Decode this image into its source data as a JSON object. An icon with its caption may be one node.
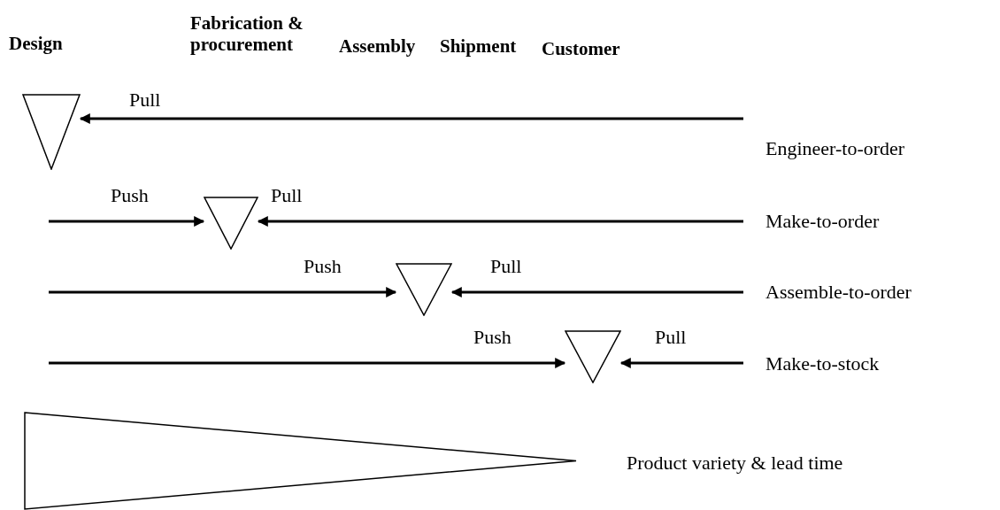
{
  "diagram": {
    "nodes": [
      {
        "text": [],
        "shape": "triangle"
      },
      {
        "text": [],
        "shape": "triangle"
      },
      {
        "text": [],
        "shape": "triangle"
      },
      {
        "text": [],
        "shape": "triangle"
      },
      {
        "text": [],
        "shape": "triangle",
        "beside": [
          "Product variety & lead time"
        ]
      }
    ],
    "edges": [
      {
        "from": null,
        "to": 0,
        "arrow": "to",
        "label": "Pull"
      },
      {
        "from": null,
        "to": 1,
        "arrow": "to",
        "label": "Push"
      },
      {
        "from": null,
        "to": 1,
        "arrow": "to",
        "label": "Pull"
      },
      {
        "from": null,
        "to": 2,
        "arrow": "to",
        "label": "Push"
      },
      {
        "from": null,
        "to": 2,
        "arrow": "to",
        "label": "Pull"
      },
      {
        "from": null,
        "to": 3,
        "arrow": "to",
        "label": "Push"
      },
      {
        "from": null,
        "to": 3,
        "arrow": "to",
        "label": "Pull"
      }
    ],
    "labels": [
      "Design",
      "Fabrication & procurement",
      "Assembly",
      "Shipment",
      "Customer",
      "Engineer-to-order",
      "Make-to-order",
      "Assemble-to-order",
      "Make-to-stock"
    ]
  }
}
